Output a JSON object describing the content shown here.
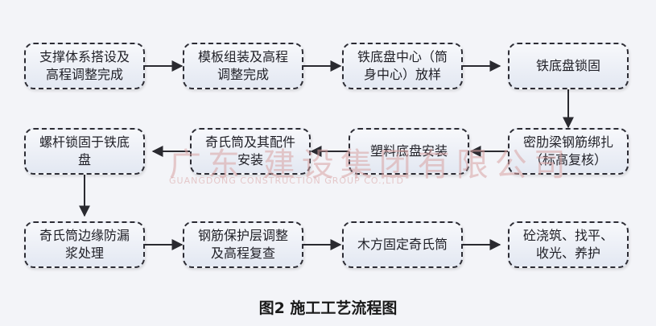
{
  "flowchart": {
    "steps": [
      {
        "id": "s1",
        "label": "支撑体系搭设及\n高程调整完成"
      },
      {
        "id": "s2",
        "label": "模板组装及高程\n调整完成"
      },
      {
        "id": "s3",
        "label": "铁底盘中心（筒\n身中心）放样"
      },
      {
        "id": "s4",
        "label": "铁底盘锁固"
      },
      {
        "id": "s5",
        "label": "密肋梁钢筋绑扎\n（标高复核）"
      },
      {
        "id": "s6",
        "label": "塑料底盘安装"
      },
      {
        "id": "s7",
        "label": "奇氏筒及其配件\n安装"
      },
      {
        "id": "s8",
        "label": "螺杆锁固于铁底\n盘"
      },
      {
        "id": "s9",
        "label": "奇氏筒边缘防漏\n浆处理"
      },
      {
        "id": "s10",
        "label": "钢筋保护层调整\n及高程复查"
      },
      {
        "id": "s11",
        "label": "木方固定奇氏筒"
      },
      {
        "id": "s12",
        "label": "砼浇筑、找平、\n收光、养护"
      }
    ],
    "arrow_color": "#2a2a30"
  },
  "watermark": {
    "text": "广东    建设集团有限公司",
    "subtext": "GUANGDONG  CONSTRUCTION GROUP CO.,LTD"
  },
  "caption": "图2  施工工艺流程图"
}
